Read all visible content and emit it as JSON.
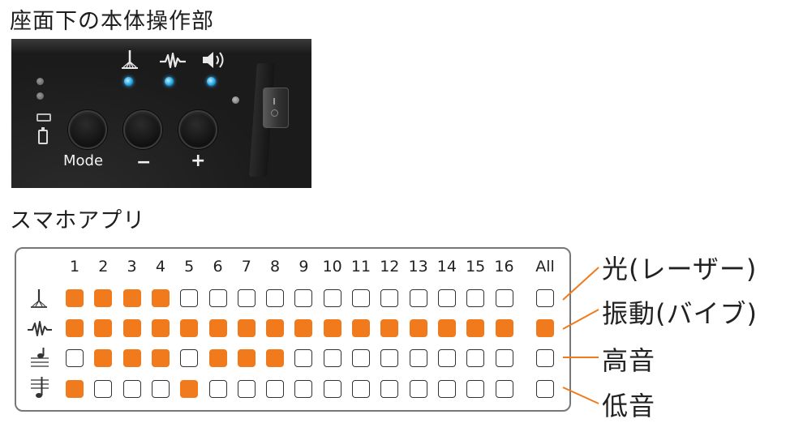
{
  "titles": {
    "device_section": "座面下の本体操作部",
    "app_section": "スマホアプリ"
  },
  "device": {
    "indicators": [
      {
        "icon": "laser-icon"
      },
      {
        "icon": "vibration-icon"
      },
      {
        "icon": "speaker-icon"
      }
    ],
    "indicator_led_color": "#1a9fe0",
    "buttons": [
      {
        "label": "Mode"
      },
      {
        "label": "−"
      },
      {
        "label": "+"
      }
    ],
    "port_icons": [
      "usb-port-icon",
      "battery-icon"
    ],
    "panel_color": "#1b1b1b"
  },
  "app": {
    "columns": [
      "1",
      "2",
      "3",
      "4",
      "5",
      "6",
      "7",
      "8",
      "9",
      "10",
      "11",
      "12",
      "13",
      "14",
      "15",
      "16",
      "All"
    ],
    "rows": [
      {
        "icon": "laser-icon",
        "label": "光(レーザー)",
        "states": [
          1,
          1,
          1,
          1,
          0,
          0,
          0,
          0,
          0,
          0,
          0,
          0,
          0,
          0,
          0,
          0,
          0
        ]
      },
      {
        "icon": "vibration-icon",
        "label": "振動(バイブ)",
        "states": [
          1,
          1,
          1,
          1,
          1,
          1,
          1,
          1,
          1,
          1,
          1,
          1,
          1,
          1,
          1,
          1,
          1
        ]
      },
      {
        "icon": "high-note-icon",
        "label": "高音",
        "states": [
          0,
          1,
          1,
          1,
          0,
          1,
          1,
          1,
          0,
          0,
          0,
          0,
          0,
          0,
          0,
          0,
          0
        ]
      },
      {
        "icon": "low-note-icon",
        "label": "低音",
        "states": [
          1,
          0,
          0,
          0,
          1,
          0,
          0,
          0,
          0,
          0,
          0,
          0,
          0,
          0,
          0,
          0,
          0
        ]
      }
    ],
    "on_color": "#f07a1c",
    "callout_color": "#f07a1c"
  }
}
